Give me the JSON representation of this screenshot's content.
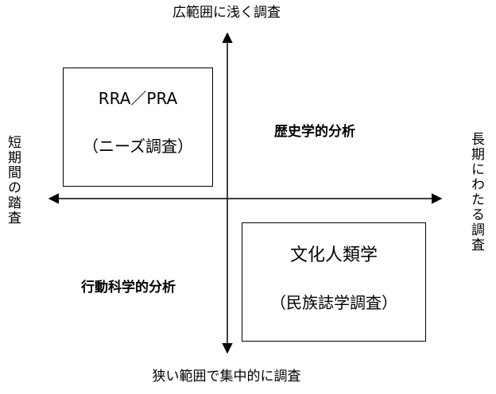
{
  "axes": {
    "top": "広範囲に浅く調査",
    "bottom": "狭い範囲で集中的に調査",
    "left": "短期間の踏査",
    "right": "長期にわたる調査"
  },
  "boxes": {
    "rra": {
      "line1": "RRA／PRA",
      "line2": "（ニーズ調査）"
    },
    "bunka": {
      "line1": "文化人類学",
      "line2": "（民族誌学調査）"
    }
  },
  "quadrants": {
    "history": "歴史学的分析",
    "action": "行動科学的分析"
  }
}
